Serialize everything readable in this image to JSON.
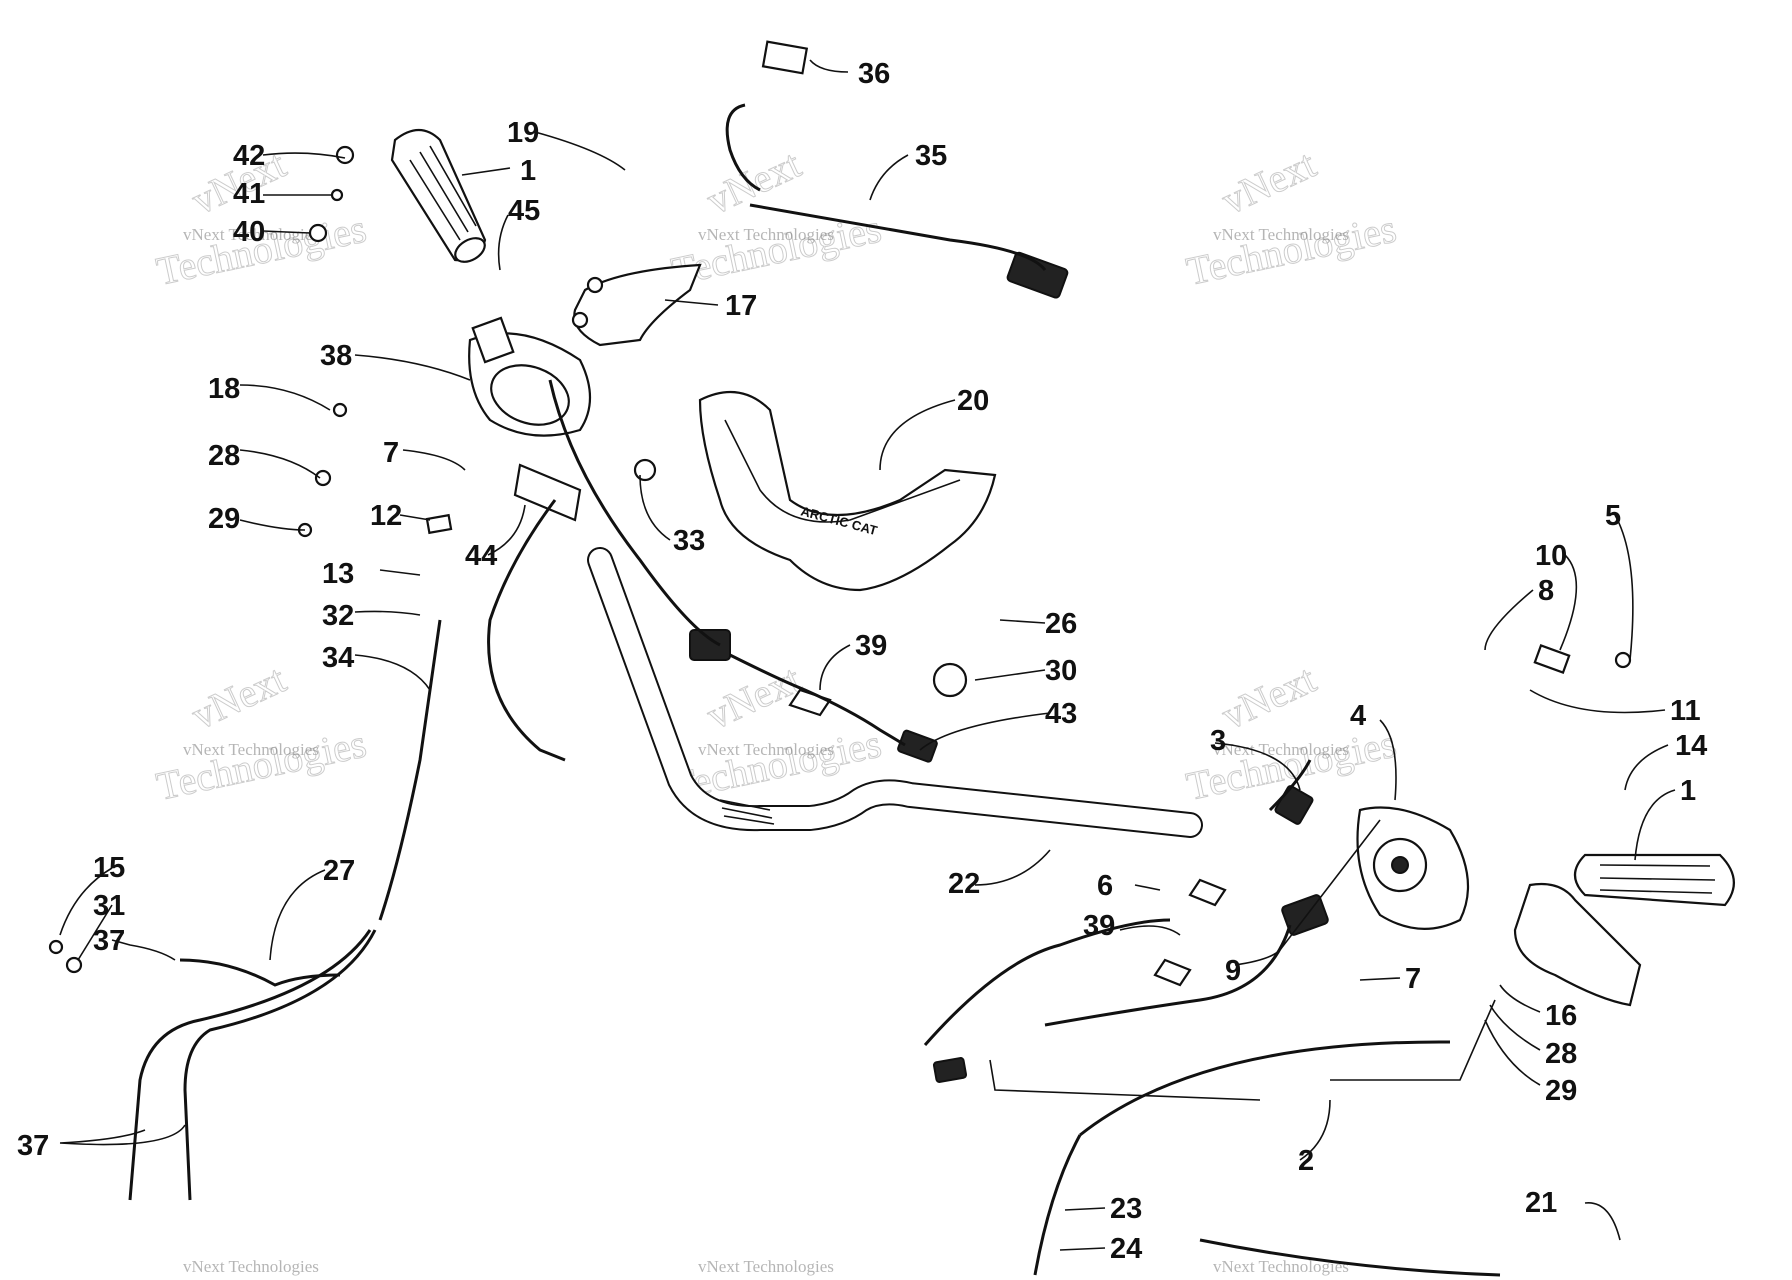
{
  "callouts": [
    "36",
    "35",
    "19",
    "1",
    "42",
    "41",
    "40",
    "45",
    "17",
    "38",
    "18",
    "28",
    "7",
    "29",
    "12",
    "44",
    "13",
    "33",
    "20",
    "26",
    "32",
    "34",
    "39",
    "30",
    "43",
    "5",
    "10",
    "8",
    "11",
    "14",
    "1",
    "4",
    "3",
    "22",
    "6",
    "39",
    "9",
    "7",
    "16",
    "28",
    "29",
    "15",
    "31",
    "37",
    "27",
    "2",
    "37",
    "23",
    "24",
    "21"
  ],
  "watermark": {
    "line1": "vNext Technologies",
    "line2": "vNext",
    "line3": "Technologies"
  },
  "colors": {
    "ink": "#111111",
    "background": "#ffffff",
    "watermark": "#9a9a9a"
  }
}
